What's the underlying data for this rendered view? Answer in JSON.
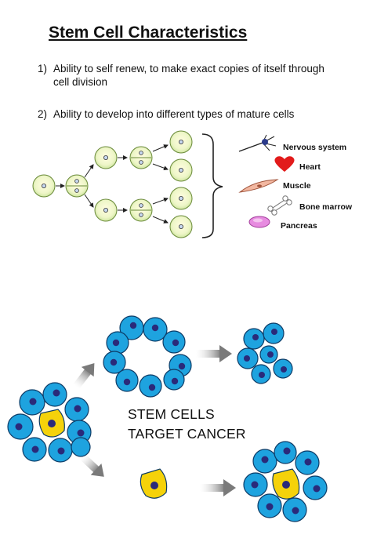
{
  "title": "Stem Cell Characteristics",
  "points": [
    {
      "num": "1)",
      "text": "Ability to self renew, to make exact copies of itself through cell division"
    },
    {
      "num": "2)",
      "text": "Ability to develop into different types of mature cells"
    }
  ],
  "cell_types": [
    "Nervous system",
    "Heart",
    "Muscle",
    "Bone marrow",
    "Pancreas"
  ],
  "cancer_label": [
    "STEM CELLS",
    "TARGET CANCER"
  ],
  "colors": {
    "stem_cell_fill": "#dff0c0",
    "stem_cell_inner": "#fffde0",
    "blue_cell": "#1ea3df",
    "cell_nucleus": "#2a2a7a",
    "yellow_cell": "#f5d20a",
    "heart": "#e21b1b",
    "muscle": "#f2b7a0",
    "pancreas": "#e78be0",
    "arrow_gray": "#8a8a8a"
  }
}
